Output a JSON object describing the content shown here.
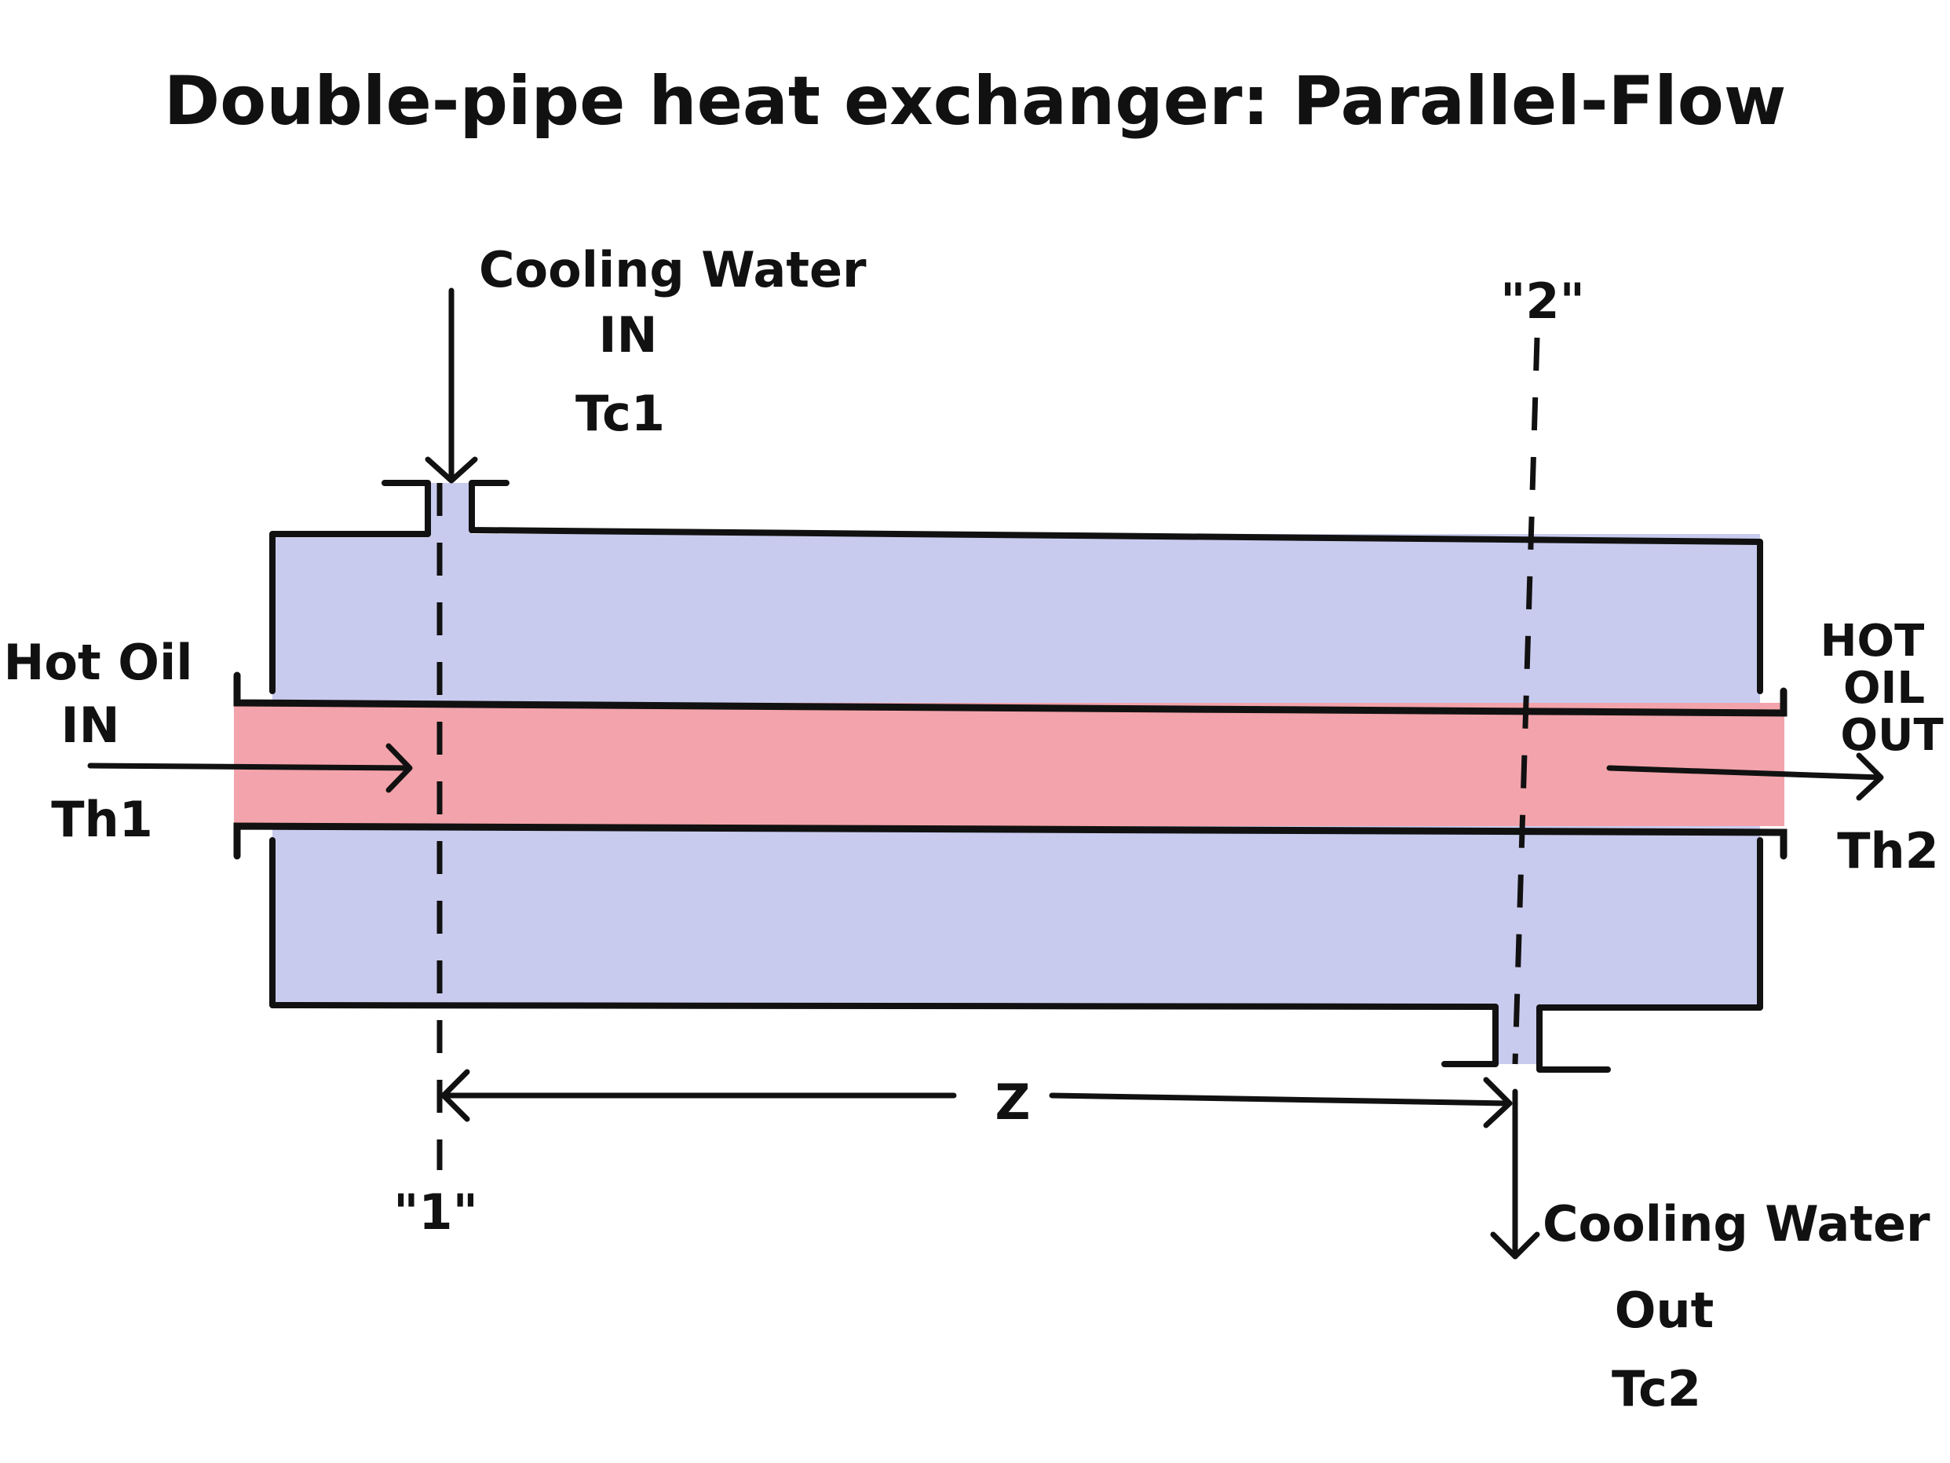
{
  "title": "Double-pipe heat exchanger: Parallel-Flow",
  "labels": {
    "cooling_in_line1": "Cooling Water",
    "cooling_in_line2": "IN",
    "cooling_in_temp": "Tc1",
    "hot_in_line1": "Hot Oil",
    "hot_in_line2": "IN",
    "hot_in_temp": "Th1",
    "hot_out_line1": "HOT",
    "hot_out_line2": "OIL",
    "hot_out_line3": "OUT",
    "hot_out_temp": "Th2",
    "station_1": "\"1\"",
    "station_2": "\"2\"",
    "length": "Z",
    "cooling_out_line1": "Cooling Water",
    "cooling_out_line2": "Out",
    "cooling_out_temp": "Tc2"
  },
  "colors": {
    "ink": "#111111",
    "cooling_water": "#c9cbee",
    "hot_oil": "#f3a3ab",
    "background": "#ffffff"
  }
}
